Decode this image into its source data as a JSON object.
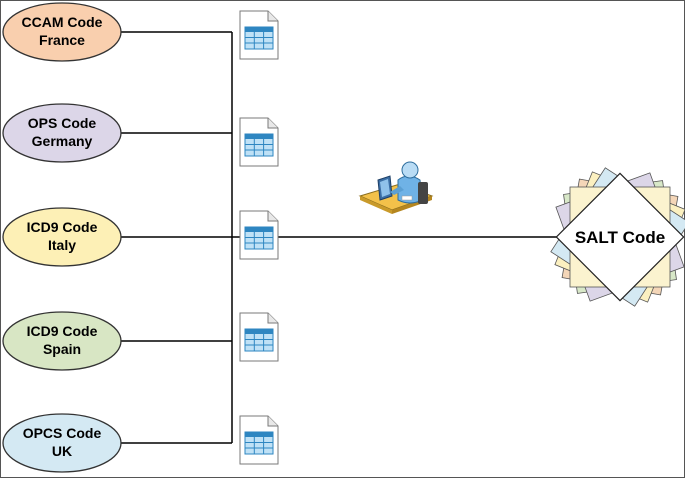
{
  "nodes": [
    {
      "line1": "CCAM Code",
      "line2": "France",
      "fill": "#f9cfae"
    },
    {
      "line1": "OPS Code",
      "line2": "Germany",
      "fill": "#dcd6e8"
    },
    {
      "line1": "ICD9 Code",
      "line2": "Italy",
      "fill": "#fdf0b6"
    },
    {
      "line1": "ICD9 Code",
      "line2": "Spain",
      "fill": "#d8e6c4"
    },
    {
      "line1": "OPCS Code",
      "line2": "UK",
      "fill": "#d4e9f3"
    }
  ],
  "target": {
    "label": "SALT Code",
    "layer_colors": [
      "#f4d6b8",
      "#fbf0c0",
      "#d8e8c8",
      "#d4e9f3",
      "#dcd6e8",
      "#fbf3cf",
      "#ffffff"
    ]
  },
  "icons": {
    "document": "spreadsheet-document-icon",
    "user": "user-at-computer-icon"
  },
  "colors": {
    "line": "#000000",
    "border": "#333333",
    "doc_table": "#4aa3df",
    "doc_header": "#2e86c1"
  }
}
